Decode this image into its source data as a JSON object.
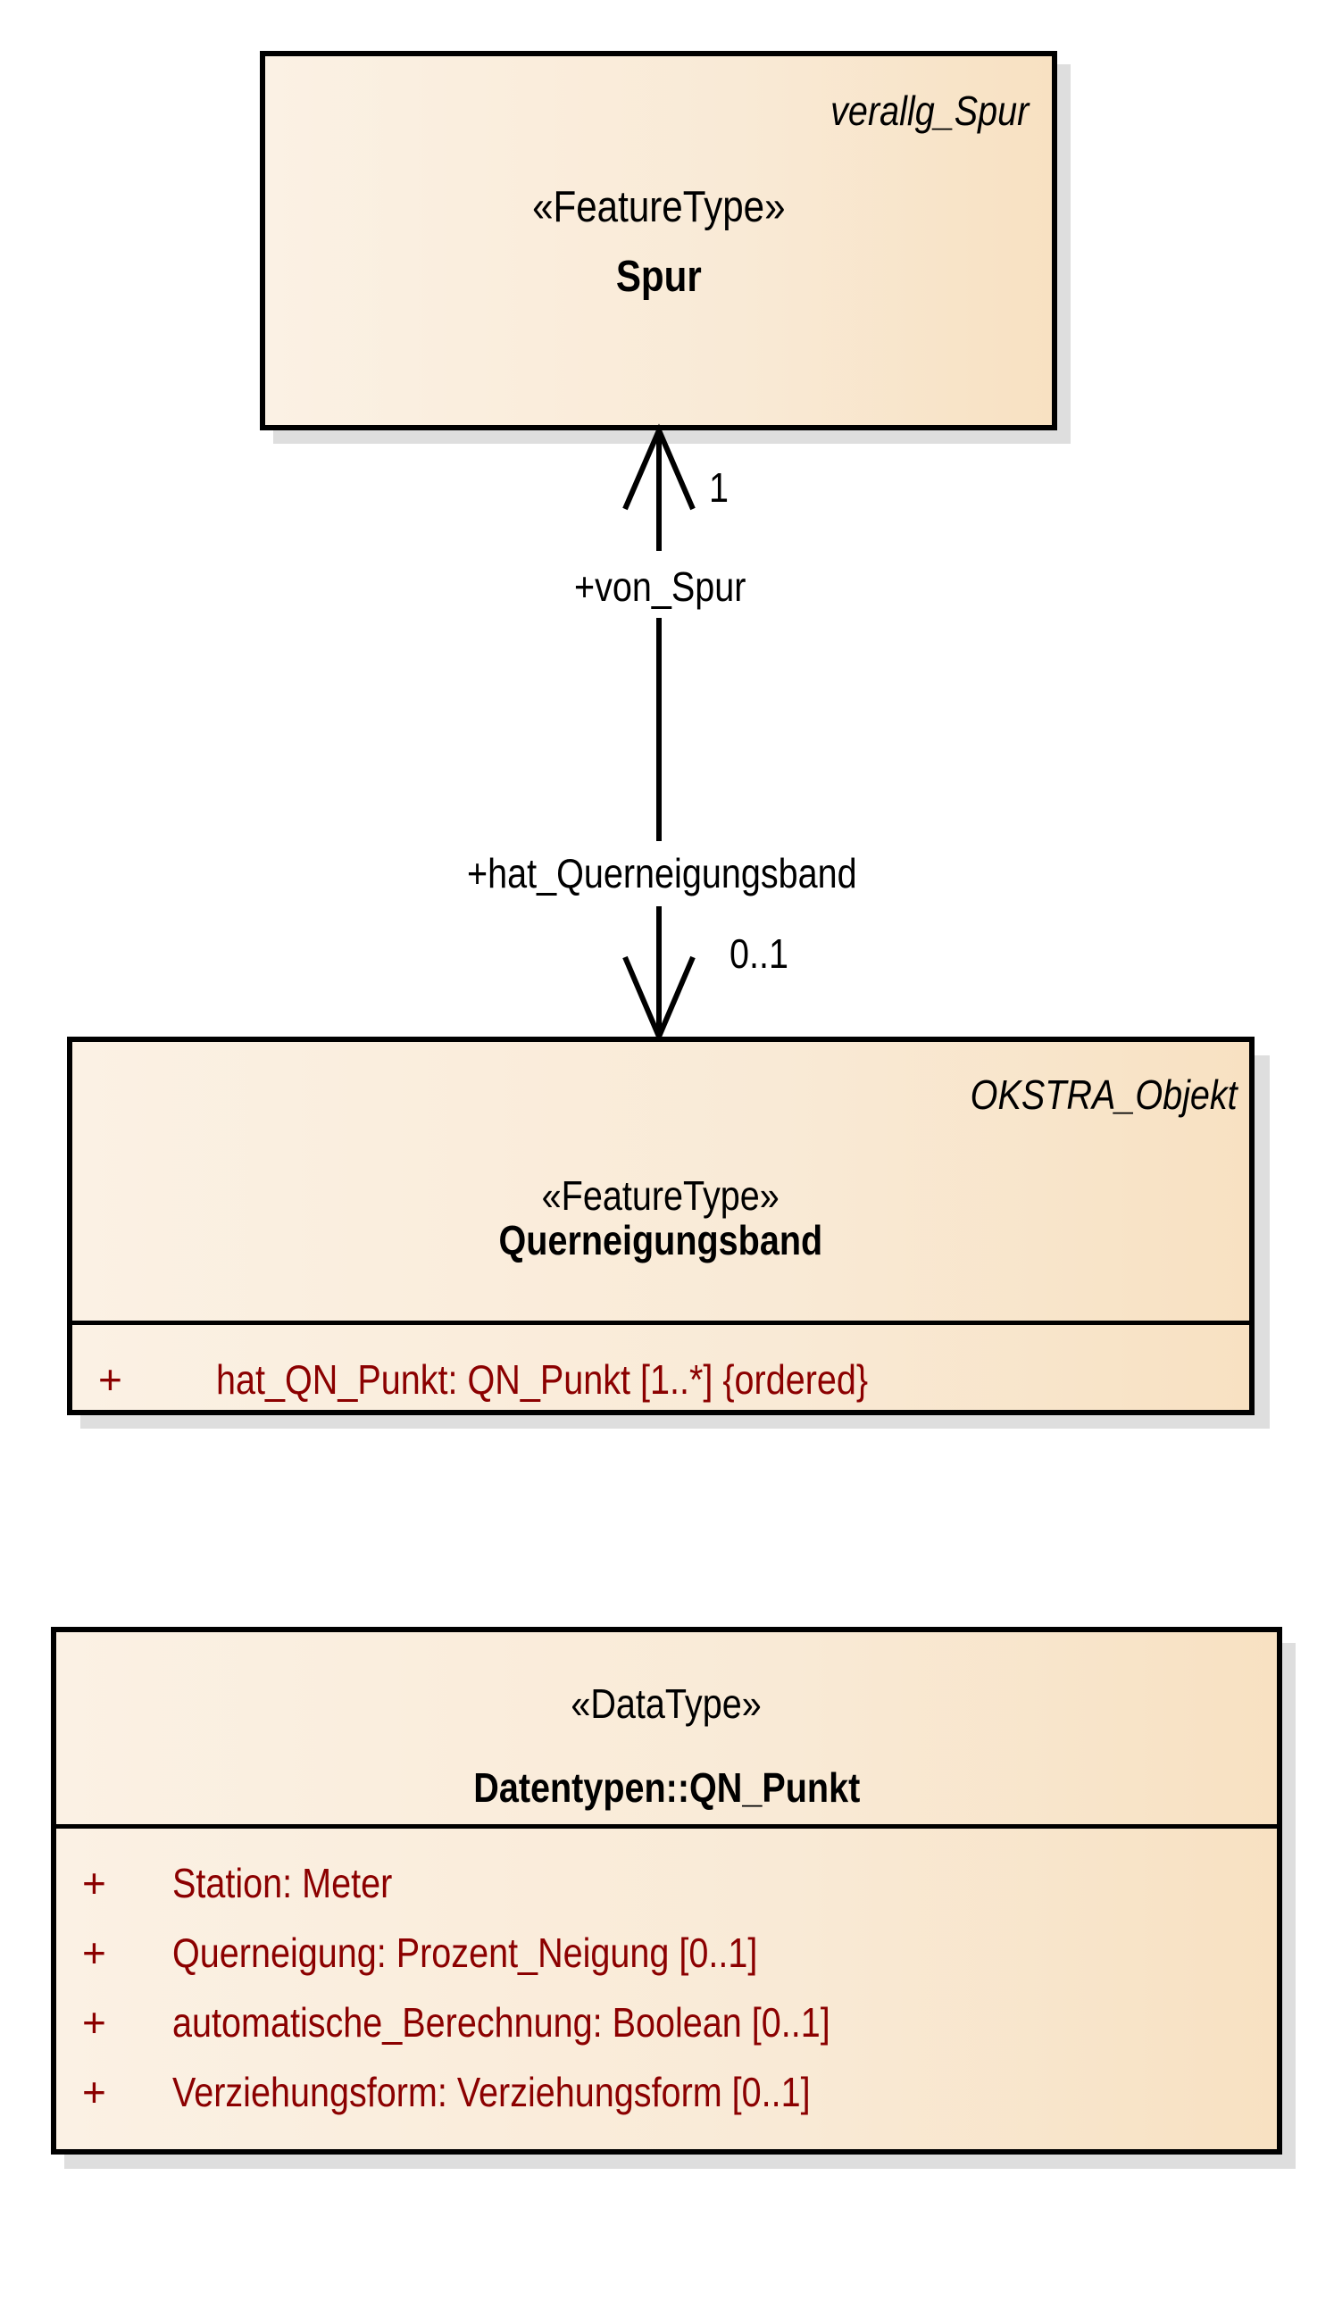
{
  "diagram": {
    "type": "UML class diagram",
    "classes": [
      {
        "id": "spur",
        "stereotype": "«FeatureType»",
        "name": "Spur",
        "parent_label": "verallg_Spur",
        "attributes": []
      },
      {
        "id": "querneigungsband",
        "stereotype": "«FeatureType»",
        "name": "Querneigungsband",
        "parent_label": "OKSTRA_Objekt",
        "attributes": [
          {
            "visibility": "+",
            "text": "hat_QN_Punkt: QN_Punkt [1..*] {ordered}"
          }
        ]
      },
      {
        "id": "qn_punkt",
        "stereotype": "«DataType»",
        "name": "Datentypen::QN_Punkt",
        "attributes": [
          {
            "visibility": "+",
            "text": "Station: Meter"
          },
          {
            "visibility": "+",
            "text": "Querneigung: Prozent_Neigung [0..1]"
          },
          {
            "visibility": "+",
            "text": "automatische_Berechnung: Boolean [0..1]"
          },
          {
            "visibility": "+",
            "text": "Verziehungsform: Verziehungsform [0..1]"
          }
        ]
      }
    ],
    "association": {
      "source": "querneigungsband",
      "target": "spur",
      "navigability": "bidirectional",
      "end_top": {
        "role": "+von_Spur",
        "multiplicity": "1"
      },
      "end_bottom": {
        "role": "+hat_Querneigungsband",
        "multiplicity": "0..1"
      }
    },
    "colors": {
      "class_fill_light": "#fbf1e4",
      "class_fill_dark": "#f8e1c2",
      "border": "#000000",
      "shadow": "#dedede",
      "attribute_text": "#8b0000"
    }
  }
}
